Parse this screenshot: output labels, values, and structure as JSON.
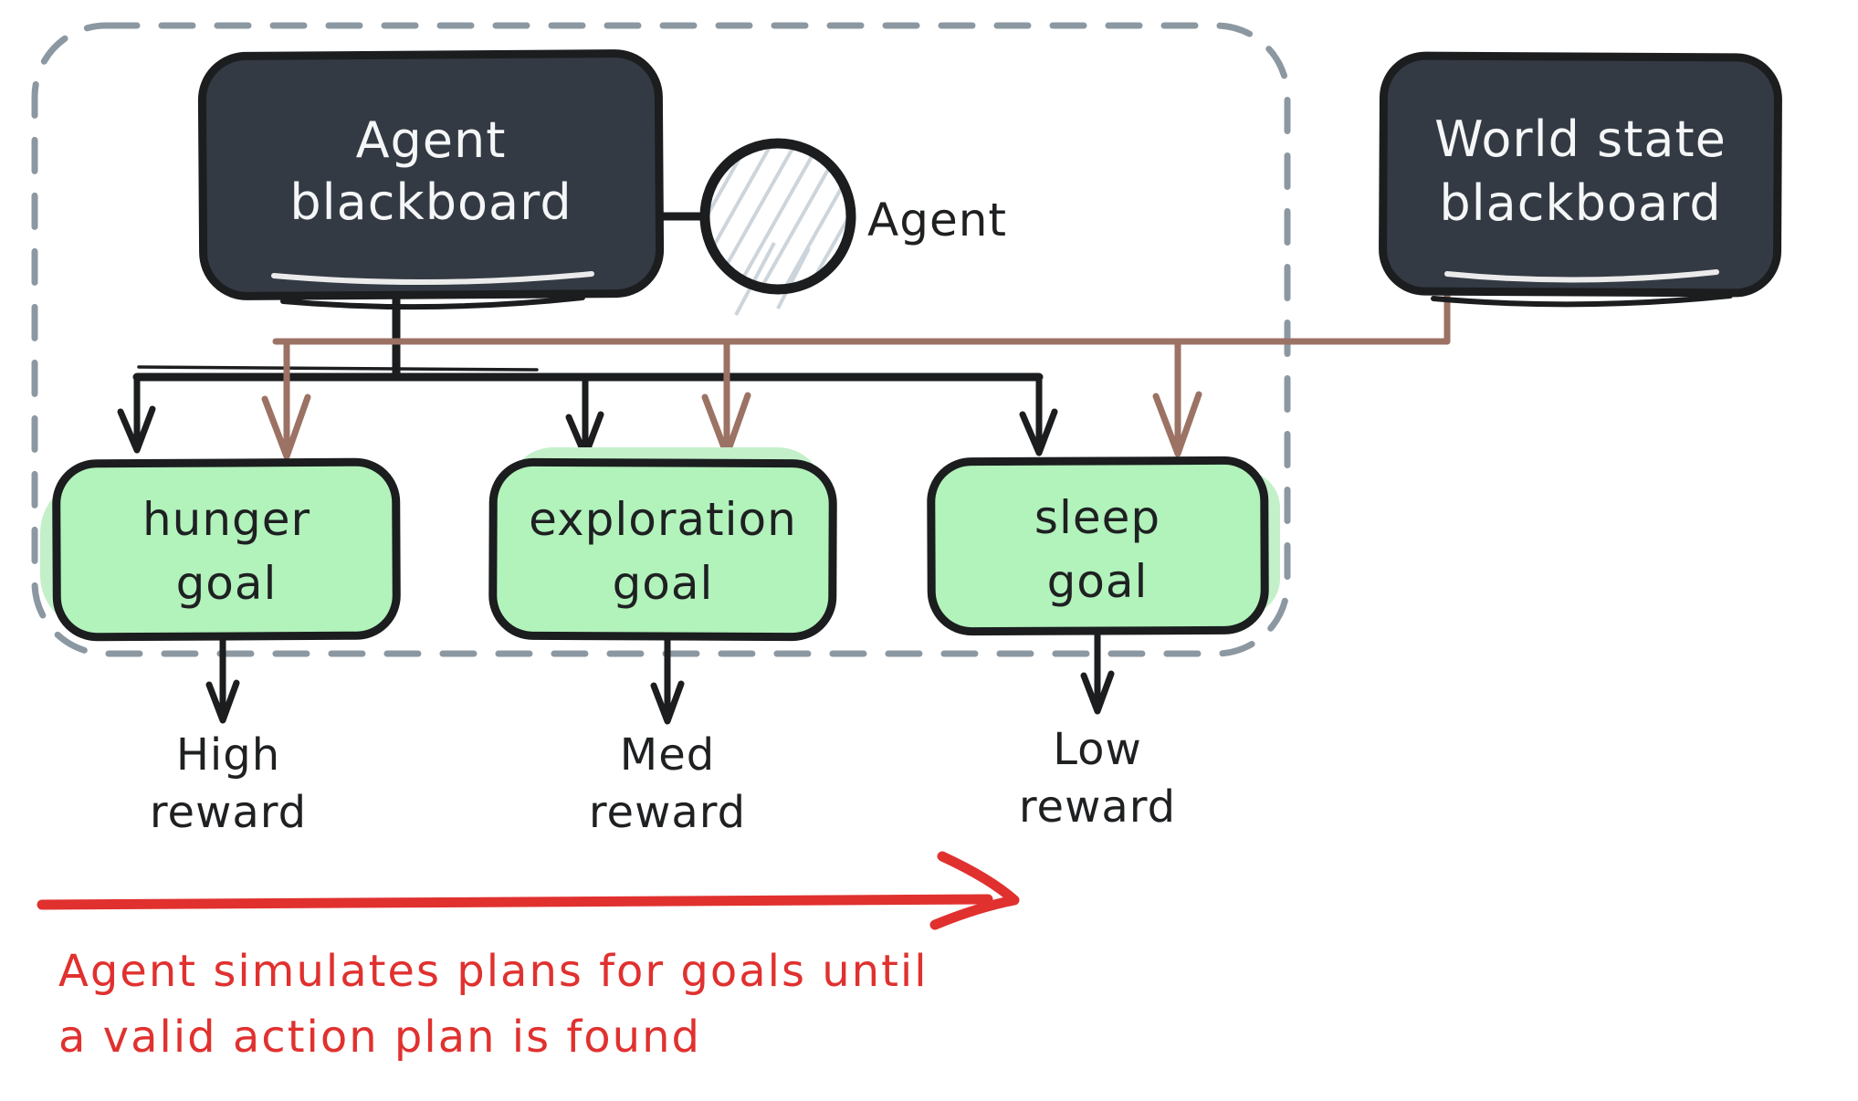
{
  "colors": {
    "dark_fill": "#343a43",
    "outline_black": "#1b1d1f",
    "text_black": "#1e2022",
    "white_text": "#f4f6f7",
    "green_fill": "#b2f2bb",
    "green_overflow": "#c3f0c9",
    "brown": "#9b7264",
    "red": "#e0312f",
    "dashed_gray": "#8c98a1",
    "hatch_gray": "#ccd5dc",
    "background": "#ffffff"
  },
  "nodes": {
    "agent_blackboard": {
      "line1": "Agent",
      "line2": "blackboard"
    },
    "agent": {
      "label": "Agent"
    },
    "world_state_blackboard": {
      "line1": "World state",
      "line2": "blackboard"
    },
    "hunger_goal": {
      "line1": "hunger",
      "line2": "goal"
    },
    "exploration_goal": {
      "line1": "exploration",
      "line2": "goal"
    },
    "sleep_goal": {
      "line1": "sleep",
      "line2": "goal"
    }
  },
  "rewards": {
    "high": {
      "line1": "High",
      "line2": "reward"
    },
    "med": {
      "line1": "Med",
      "line2": "reward"
    },
    "low": {
      "line1": "Low",
      "line2": "reward"
    }
  },
  "caption": {
    "line1": "Agent simulates plans for goals until",
    "line2": "a valid action plan is found"
  }
}
